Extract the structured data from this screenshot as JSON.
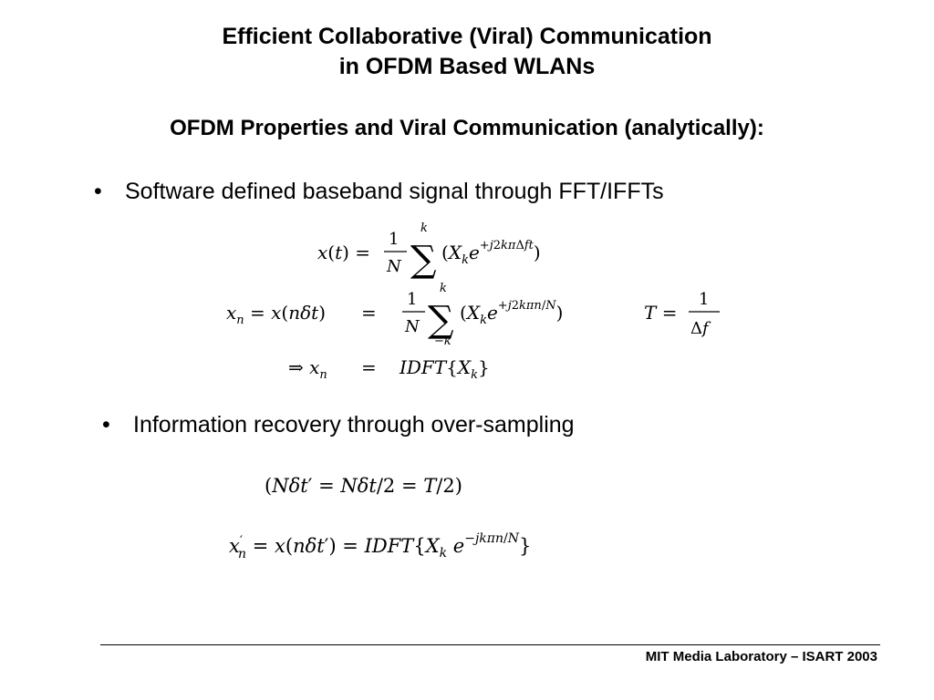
{
  "slide": {
    "title_line1": "Efficient Collaborative (Viral) Communication",
    "title_line2": "in OFDM Based WLANs",
    "subtitle": "OFDM Properties and Viral Communication (analytically):",
    "bullets": [
      "Software defined baseband signal through FFT/IFFTs",
      "Information recovery through over-sampling"
    ],
    "bullet_symbol": "•",
    "footer": "MIT Media Laboratory – ISART 2003"
  },
  "equations": {
    "eq1": "x(t) = 1/N Σ^k (X_k e^{+j2kπΔft})",
    "eq2": "x_n = x(nδt) = 1/N Σ_{-k}^{k} (X_k e^{+j2kπn/N})",
    "eq3": "⇒ x_n = IDFT{X_k}",
    "eq4": "T = 1/Δf",
    "eq5": "(Nδt′ = Nδt/2 = T/2)",
    "eq6": "x′_n = x(nδt′) = IDFT{X_k e^{−jkπn/N}}"
  }
}
